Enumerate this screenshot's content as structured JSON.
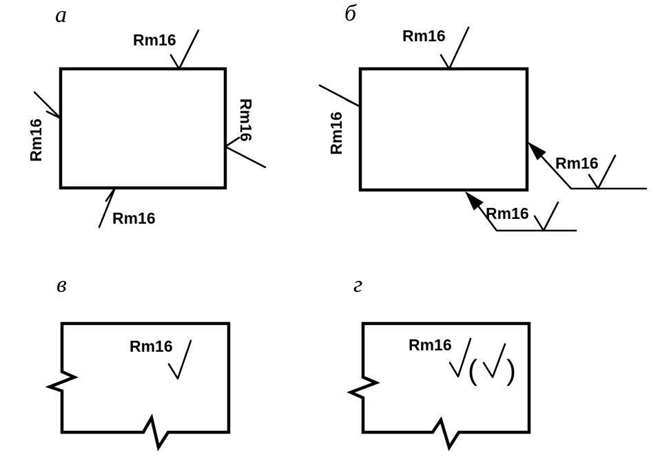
{
  "panels": {
    "a": {
      "letter": "а",
      "labels": {
        "top": "Rm16",
        "left": "Rm16",
        "right": "Rm16",
        "bottom": "Rm16"
      }
    },
    "b": {
      "letter": "б",
      "labels": {
        "top": "Rm16",
        "left": "Rm16",
        "right_leader": "Rm16",
        "bottom_leader": "Rm16"
      }
    },
    "v": {
      "letter": "в",
      "labels": {
        "common": "Rm16"
      }
    },
    "g": {
      "letter": "г",
      "labels": {
        "common": "Rm16"
      },
      "paren_open": "(",
      "paren_close": ")"
    }
  },
  "icons": {
    "roughness_symbol": "surface-roughness-check-icon",
    "break_line": "break-line-zigzag-icon",
    "arrow": "leader-arrow-icon"
  }
}
